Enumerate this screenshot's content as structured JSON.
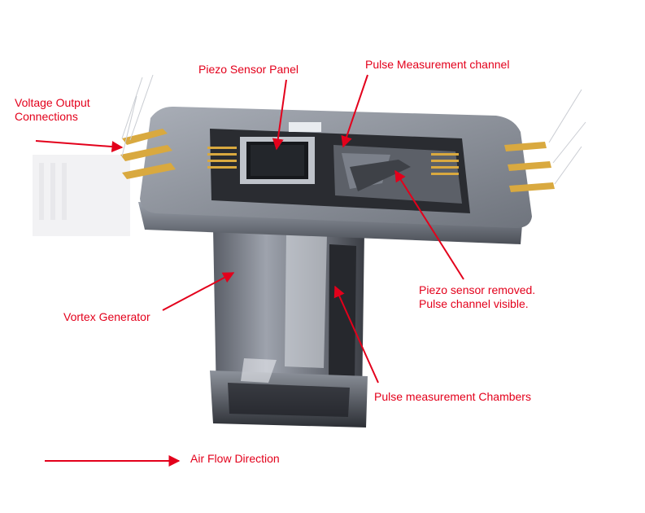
{
  "labels": {
    "piezo_sensor_panel": "Piezo Sensor Panel",
    "pulse_measurement_channel": "Pulse Measurement channel",
    "voltage_output_line1": "Voltage Output",
    "voltage_output_line2": "Connections",
    "vortex_generator": "Vortex Generator",
    "piezo_removed_line1": "Piezo sensor removed.",
    "piezo_removed_line2": "Pulse channel visible.",
    "pulse_measurement_chambers": "Pulse measurement Chambers",
    "air_flow_direction": "Air Flow Direction"
  },
  "colors": {
    "annotation": "#e3001b",
    "background": "#ffffff",
    "plastic": "#8a8f99",
    "plastic_dark": "#3b3e45",
    "gold_contacts": "#d9a93f"
  }
}
